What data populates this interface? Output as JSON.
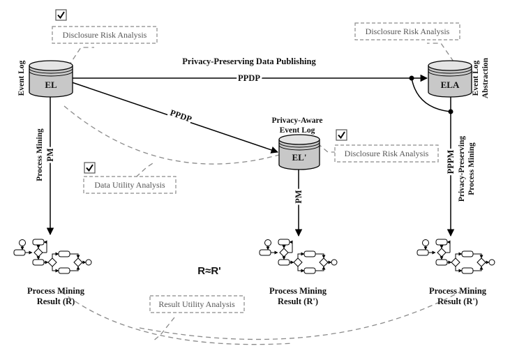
{
  "labels": {
    "top_title": "Privacy-Preserving Data Publishing",
    "event_log": "Event Log",
    "event_log_abstraction_1": "Event Log",
    "event_log_abstraction_2": "Abstraction",
    "privacy_aware_1": "Privacy-Aware",
    "privacy_aware_2": "Event Log",
    "process_mining_left": "Process Mining",
    "ppm_right_1": "Privacy-Preserving",
    "ppm_right_2": "Process Mining",
    "approx": "R≈R'"
  },
  "databases": {
    "el": "EL",
    "ela": "ELA",
    "el_prime": "EL'"
  },
  "edges": {
    "ppdp_top": "PPDP",
    "ppdp_diag": "PPDP",
    "pm_left": "PM",
    "pm_mid": "PM",
    "pppm_right": "PPPM"
  },
  "analysis_boxes": {
    "risk_left": "Disclosure Risk Analysis",
    "risk_right": "Disclosure Risk Analysis",
    "risk_mid": "Disclosure Risk Analysis",
    "data_utility": "Data Utility Analysis",
    "result_utility": "Result Utility Analysis"
  },
  "results": {
    "left_1": "Process Mining",
    "left_2": "Result (R)",
    "mid_1": "Process Mining",
    "mid_2": "Result (R')",
    "right_1": "Process Mining",
    "right_2": "Result (R')"
  }
}
